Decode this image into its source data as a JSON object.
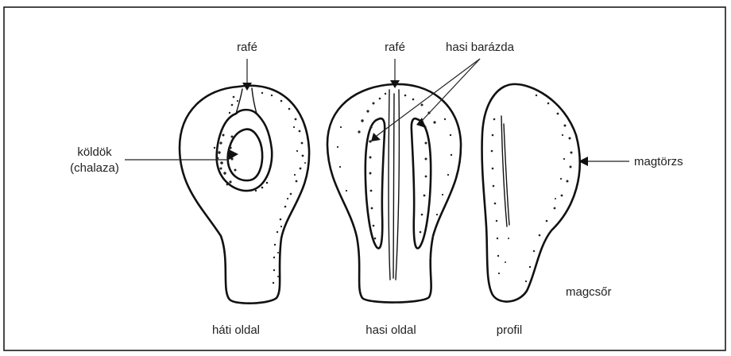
{
  "labels": {
    "rafe_left": "rafé",
    "rafe_mid": "rafé",
    "hasi_barazda": "hasi barázda",
    "koldok_line1": "köldök",
    "koldok_line2": "(chalaza)",
    "magtorzs": "magtörzs",
    "magcsor": "magcsőr",
    "hati_oldal": "háti oldal",
    "hasi_oldal": "hasi oldal",
    "profil": "profil"
  },
  "colors": {
    "ink": "#111111",
    "border": "#1a1a1a",
    "background": "#ffffff"
  }
}
